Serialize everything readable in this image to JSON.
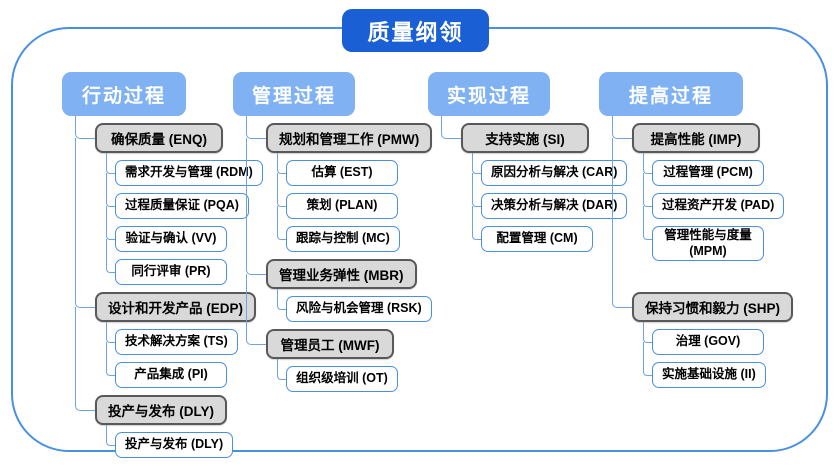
{
  "title": "质量纲领",
  "colors": {
    "title_bg": "#1a5fd3",
    "header_bg": "#7fb1f3",
    "gray_fill": "#d9d9d9",
    "gray_border": "#595959",
    "white_border": "#4a90e2",
    "connector": "#6fa4e0",
    "frame_border": "#4a90e2"
  },
  "columns": [
    {
      "header": "行动过程",
      "groups": [
        {
          "label": "确保质量 (ENQ)",
          "children": [
            "需求开发与管理 (RDM)",
            "过程质量保证 (PQA)",
            "验证与确认 (VV)",
            "同行评审 (PR)"
          ]
        },
        {
          "label": "设计和开发产品 (EDP)",
          "children": [
            "技术解决方案 (TS)",
            "产品集成 (PI)"
          ]
        },
        {
          "label": "投产与发布 (DLY)",
          "children": [
            "投产与发布 (DLY)"
          ]
        }
      ]
    },
    {
      "header": "管理过程",
      "groups": [
        {
          "label": "规划和管理工作 (PMW)",
          "children": [
            "估算 (EST)",
            "策划 (PLAN)",
            "跟踪与控制 (MC)"
          ]
        },
        {
          "label": "管理业务弹性 (MBR)",
          "children": [
            "风险与机会管理 (RSK)"
          ]
        },
        {
          "label": "管理员工 (MWF)",
          "children": [
            "组织级培训 (OT)"
          ]
        }
      ]
    },
    {
      "header": "实现过程",
      "groups": [
        {
          "label": "支持实施 (SI)",
          "children": [
            "原因分析与解决 (CAR)",
            "决策分析与解决 (DAR)",
            "配置管理 (CM)"
          ]
        }
      ]
    },
    {
      "header": "提高过程",
      "groups": [
        {
          "label": "提高性能 (IMP)",
          "children": [
            "过程管理 (PCM)",
            "过程资产开发 (PAD)",
            "管理性能与度量\n(MPM)"
          ]
        },
        {
          "label": "保持习惯和毅力 (SHP)",
          "big_gap": true,
          "children": [
            "治理 (GOV)",
            "实施基础设施 (II)"
          ]
        }
      ]
    }
  ]
}
